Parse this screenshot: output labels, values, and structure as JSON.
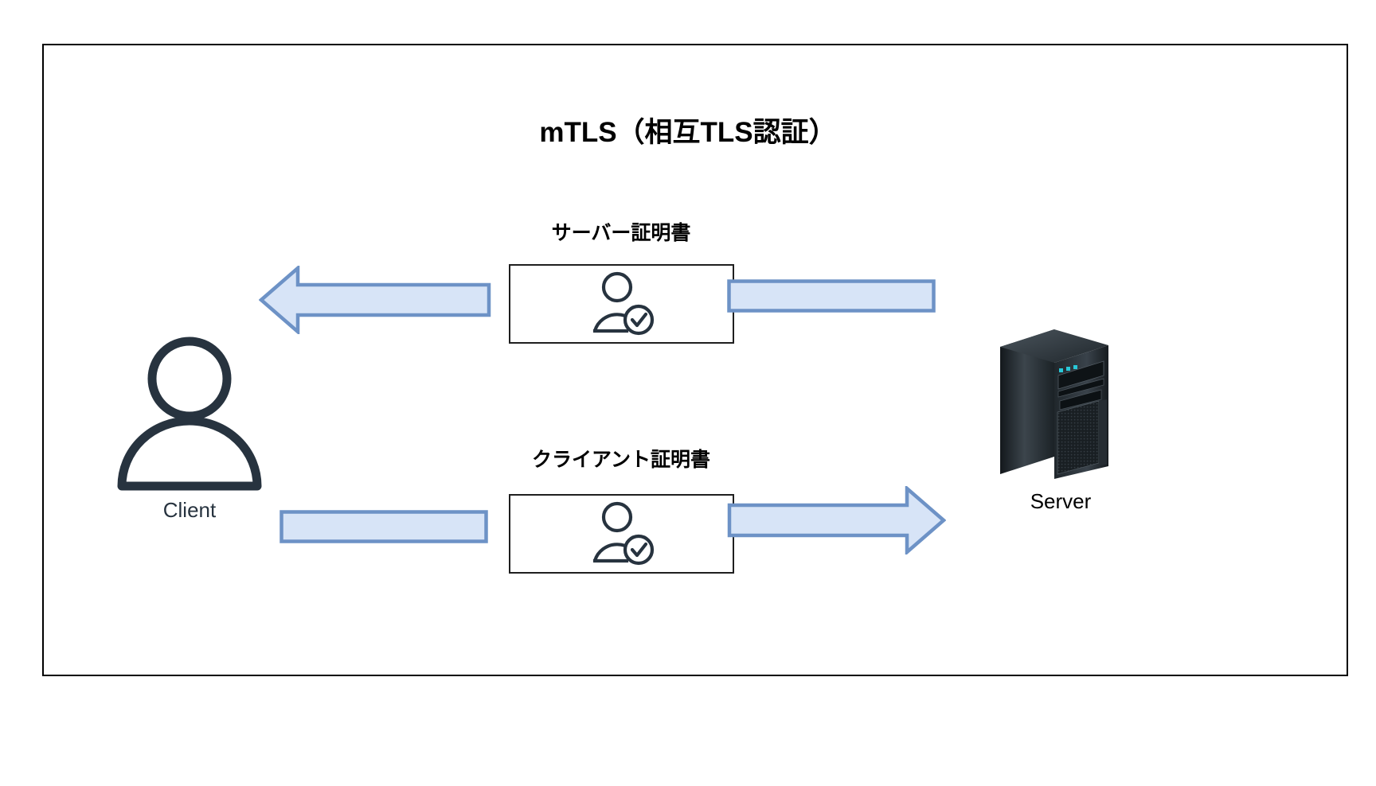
{
  "diagram": {
    "title": "mTLS（相互TLS認証）",
    "frame": {
      "border_color": "#000000",
      "background": "#ffffff"
    },
    "colors": {
      "arrow_fill": "#d7e4f7",
      "arrow_stroke": "#6d92c6",
      "icon_navy": "#27333f",
      "text_black": "#000000",
      "server_body": "#2b3136",
      "server_led": "#28c8d8"
    },
    "actors": {
      "client": {
        "label": "Client",
        "icon": "person-outline-icon"
      },
      "server": {
        "label": "Server",
        "icon": "server-tower-icon"
      }
    },
    "flows": [
      {
        "id": "server-certificate",
        "caption": "サーバー証明書",
        "direction": "server-to-client",
        "icon": "verified-user-icon"
      },
      {
        "id": "client-certificate",
        "caption": "クライアント証明書",
        "direction": "client-to-server",
        "icon": "verified-user-icon"
      }
    ]
  }
}
